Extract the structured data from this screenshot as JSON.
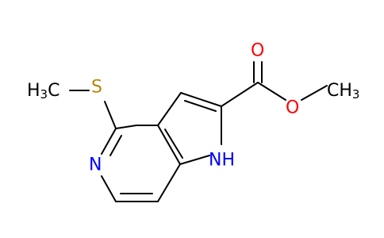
{
  "atoms": {
    "methyl_left": {
      "main": "H",
      "sub": "3",
      "tail": "C",
      "color": "#000000"
    },
    "sulfur": {
      "text": "S",
      "color": "#b8860b"
    },
    "pyridine_n": {
      "text": "N",
      "color": "#0000ff"
    },
    "pyrrole_nh": {
      "text": "NH",
      "color": "#0000ff"
    },
    "carbonyl_o": {
      "text": "O",
      "color": "#ff0000"
    },
    "ester_o": {
      "text": "O",
      "color": "#ff0000"
    },
    "methyl_right": {
      "main": "CH",
      "sub": "3",
      "color": "#000000"
    }
  }
}
